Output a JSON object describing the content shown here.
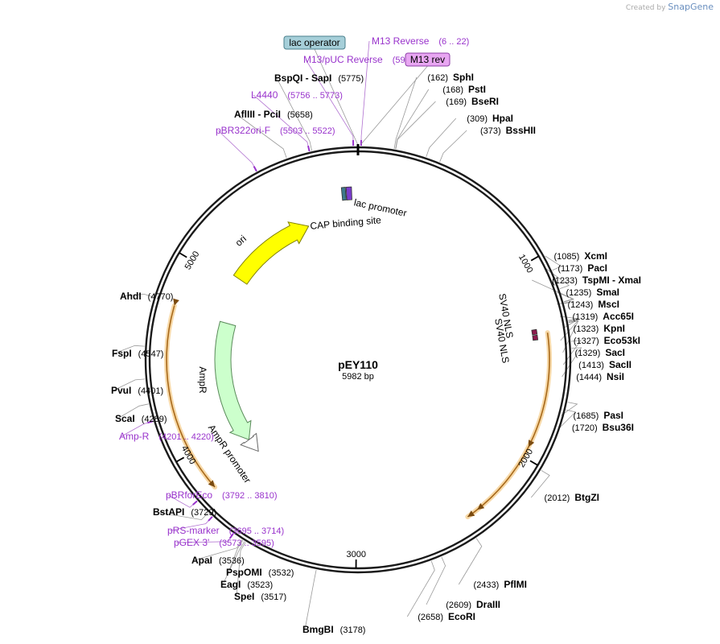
{
  "watermark": {
    "prefix": "Created by",
    "brand": "SnapGene"
  },
  "plasmid": {
    "name": "pEY110",
    "length_label": "5982 bp",
    "total_bp": 5982
  },
  "colors": {
    "enzyme": "#000000",
    "primer": "#9933cc",
    "leader": "#999999",
    "ori": "#ffff00",
    "ampr": "#ccffcc",
    "orf": "#e6a23c",
    "lac_operator_fill": "#a6cfd9",
    "m13rev_fill": "#e8a6f2",
    "cap_site": "#3d7a8c",
    "lac_promoter": "#7a3dcc",
    "sv40": "#8c1a4d"
  },
  "ticks": [
    {
      "bp": 1000,
      "label": "1000"
    },
    {
      "bp": 2000,
      "label": "2000"
    },
    {
      "bp": 3000,
      "label": "3000"
    },
    {
      "bp": 4000,
      "label": "4000"
    },
    {
      "bp": 5000,
      "label": "5000"
    }
  ],
  "enzymes": [
    {
      "bp": 162,
      "name": "SphI",
      "pos": "(162)"
    },
    {
      "bp": 168,
      "name": "PstI",
      "pos": "(168)"
    },
    {
      "bp": 169,
      "name": "BseRI",
      "pos": "(169)"
    },
    {
      "bp": 309,
      "name": "HpaI",
      "pos": "(309)"
    },
    {
      "bp": 373,
      "name": "BssHII",
      "pos": "(373)"
    },
    {
      "bp": 1085,
      "name": "XcmI",
      "pos": "(1085)"
    },
    {
      "bp": 1173,
      "name": "PacI",
      "pos": "(1173)"
    },
    {
      "bp": 1233,
      "name": "TspMI - XmaI",
      "pos": "(1233)"
    },
    {
      "bp": 1235,
      "name": "SmaI",
      "pos": "(1235)"
    },
    {
      "bp": 1243,
      "name": "MscI",
      "pos": "(1243)"
    },
    {
      "bp": 1319,
      "name": "Acc65I",
      "pos": "(1319)"
    },
    {
      "bp": 1323,
      "name": "KpnI",
      "pos": "(1323)"
    },
    {
      "bp": 1327,
      "name": "Eco53kI",
      "pos": "(1327)"
    },
    {
      "bp": 1329,
      "name": "SacI",
      "pos": "(1329)"
    },
    {
      "bp": 1413,
      "name": "SacII",
      "pos": "(1413)"
    },
    {
      "bp": 1444,
      "name": "NsiI",
      "pos": "(1444)"
    },
    {
      "bp": 1685,
      "name": "PasI",
      "pos": "(1685)"
    },
    {
      "bp": 1720,
      "name": "Bsu36I",
      "pos": "(1720)"
    },
    {
      "bp": 2012,
      "name": "BtgZI",
      "pos": "(2012)"
    },
    {
      "bp": 2433,
      "name": "PflMI",
      "pos": "(2433)"
    },
    {
      "bp": 2609,
      "name": "DraIII",
      "pos": "(2609)"
    },
    {
      "bp": 2658,
      "name": "EcoRI",
      "pos": "(2658)"
    },
    {
      "bp": 3178,
      "name": "BmgBI",
      "pos": "(3178)"
    },
    {
      "bp": 3517,
      "name": "SpeI",
      "pos": "(3517)"
    },
    {
      "bp": 3523,
      "name": "EagI",
      "pos": "(3523)"
    },
    {
      "bp": 3532,
      "name": "PspOMI",
      "pos": "(3532)"
    },
    {
      "bp": 3536,
      "name": "ApaI",
      "pos": "(3536)"
    },
    {
      "bp": 3729,
      "name": "BstAPI",
      "pos": "(3729)"
    },
    {
      "bp": 4289,
      "name": "ScaI",
      "pos": "(4289)"
    },
    {
      "bp": 4401,
      "name": "PvuI",
      "pos": "(4401)"
    },
    {
      "bp": 4547,
      "name": "FspI",
      "pos": "(4547)"
    },
    {
      "bp": 4770,
      "name": "AhdI",
      "pos": "(4770)"
    },
    {
      "bp": 5658,
      "name": "AflIII - PciI",
      "pos": "(5658)"
    },
    {
      "bp": 5775,
      "name": "BspQI - SapI",
      "pos": "(5775)"
    }
  ],
  "primers": [
    {
      "bp": 14,
      "name": "M13 Reverse",
      "pos": "(6 .. 22)"
    },
    {
      "bp": 5961,
      "name": "M13/pUC Reverse",
      "pos": "(5969 .. 9)"
    },
    {
      "bp": 5764,
      "name": "L4440",
      "pos": "(5756 .. 5773)"
    },
    {
      "bp": 5512,
      "name": "pBR322ori-F",
      "pos": "(5503 .. 5522)"
    },
    {
      "bp": 4210,
      "name": "Amp-R",
      "pos": "(4201 .. 4220)"
    },
    {
      "bp": 3801,
      "name": "pBRforEco",
      "pos": "(3792 .. 3810)"
    },
    {
      "bp": 3704,
      "name": "pRS-marker",
      "pos": "(3695 .. 3714)"
    },
    {
      "bp": 3584,
      "name": "pGEX 3'",
      "pos": "(3573 .. 3595)"
    }
  ],
  "boxed_labels": [
    {
      "bp": 5980,
      "name": "lac operator"
    },
    {
      "bp": 14,
      "name": "M13 rev"
    }
  ],
  "features": [
    {
      "name": "ori",
      "start": 5055,
      "end": 5645
    },
    {
      "name": "AmpR",
      "start": 3885,
      "end": 4745
    },
    {
      "name": "AmpR promoter",
      "start": 3780,
      "end": 3885
    },
    {
      "name": "CAP binding site",
      "start": 5890,
      "end": 5912
    },
    {
      "name": "lac promoter",
      "start": 5916,
      "end": 5946
    },
    {
      "name": "SV40 NLS",
      "start": 1335,
      "end": 1360
    },
    {
      "name": "SV40 NLS",
      "start": 1365,
      "end": 1390
    }
  ],
  "orfs": [
    {
      "start": 1360,
      "end": 2410
    },
    {
      "start": 3795,
      "end": 4760
    }
  ],
  "feature_labels": {
    "ori": "ori",
    "ampr": "AmpR",
    "ampr_promoter": "AmpR promoter",
    "cap": "CAP binding site",
    "lac": "lac promoter",
    "sv40_a": "SV40 NLS",
    "sv40_b": "SV40 NLS"
  }
}
